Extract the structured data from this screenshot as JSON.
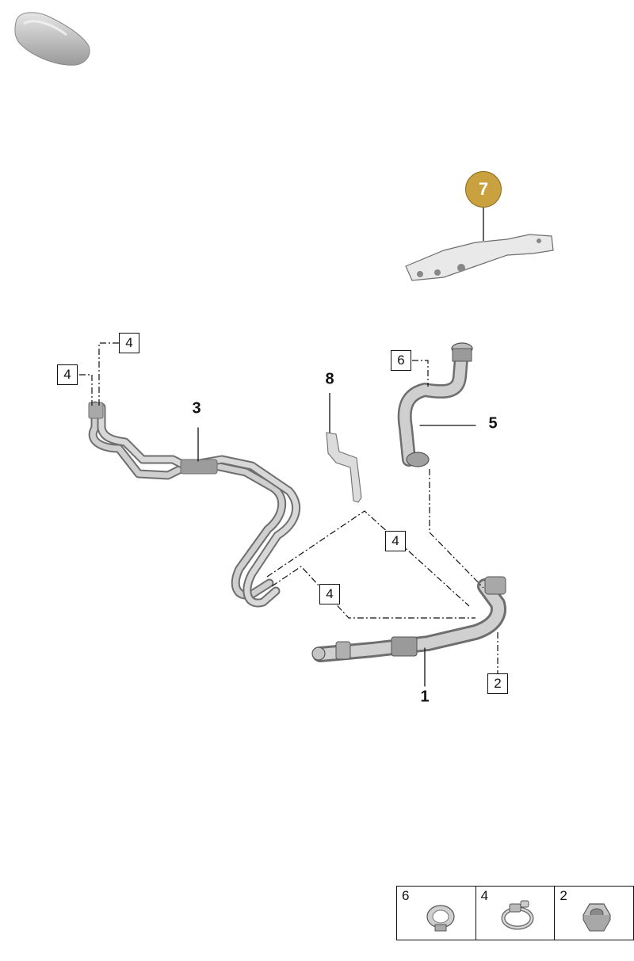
{
  "badge": {
    "label": "7",
    "color": "#c9a23f"
  },
  "part_labels": {
    "p1": "1",
    "p3": "3",
    "p5": "5",
    "p8": "8"
  },
  "ref_boxes": {
    "r4a": "4",
    "r4b": "4",
    "r6": "6",
    "r4c": "4",
    "r4d": "4",
    "r2": "2"
  },
  "legend": [
    {
      "number": "6",
      "icon": "hose-clamp-icon"
    },
    {
      "number": "4",
      "icon": "spring-clip-icon"
    },
    {
      "number": "2",
      "icon": "hex-nut-icon"
    }
  ],
  "colors": {
    "line": "#111111",
    "part_fill": "#c8c8c8",
    "part_stroke": "#6e6e6e"
  }
}
